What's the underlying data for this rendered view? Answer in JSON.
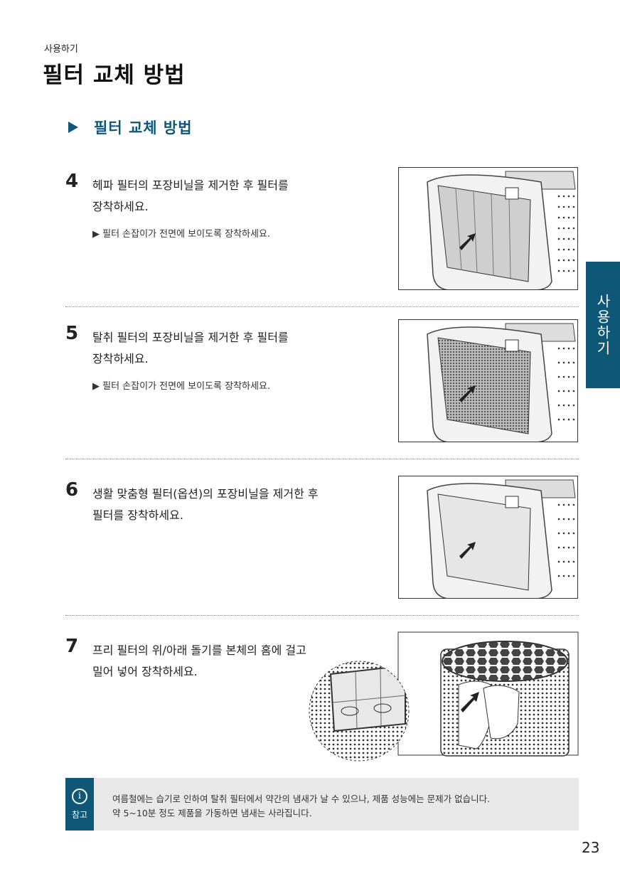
{
  "breadcrumb": "사용하기",
  "page_title": "필터 교체 방법",
  "section_title": "필터 교체 방법",
  "side_tab": "사용하기",
  "steps": [
    {
      "num": "4",
      "line1": "헤파 필터의 포장비닐을 제거한 후 필터를",
      "line2": "장착하세요.",
      "note": "▶ 필터 손잡이가 전면에 보이도록 장착하세요."
    },
    {
      "num": "5",
      "line1": "탈취 필터의 포장비닐을 제거한 후 필터를",
      "line2": "장착하세요.",
      "note": "▶ 필터 손잡이가 전면에 보이도록 장착하세요."
    },
    {
      "num": "6",
      "line1": "생활 맞춤형 필터(옵션)의 포장비닐을 제거한 후",
      "line2": "필터를 장착하세요.",
      "note": ""
    },
    {
      "num": "7",
      "line1": "프리 필터의 위/아래 돌기를 본체의 홈에 걸고",
      "line2": "밀어 넣어 장착하세요.",
      "note": ""
    }
  ],
  "reference": {
    "label": "참고",
    "icon": "info-icon",
    "line1": "여름철에는 습기로 인하여 탈취 필터에서 약간의 냄새가 날 수 있으나, 제품 성능에는 문제가 없습니다.",
    "line2": "약 5~10분 정도 제품을 가동하면 냄새는 사라집니다."
  },
  "page_number": "23",
  "colors": {
    "accent": "#0f5777",
    "note_bg": "#e8e8e8"
  }
}
